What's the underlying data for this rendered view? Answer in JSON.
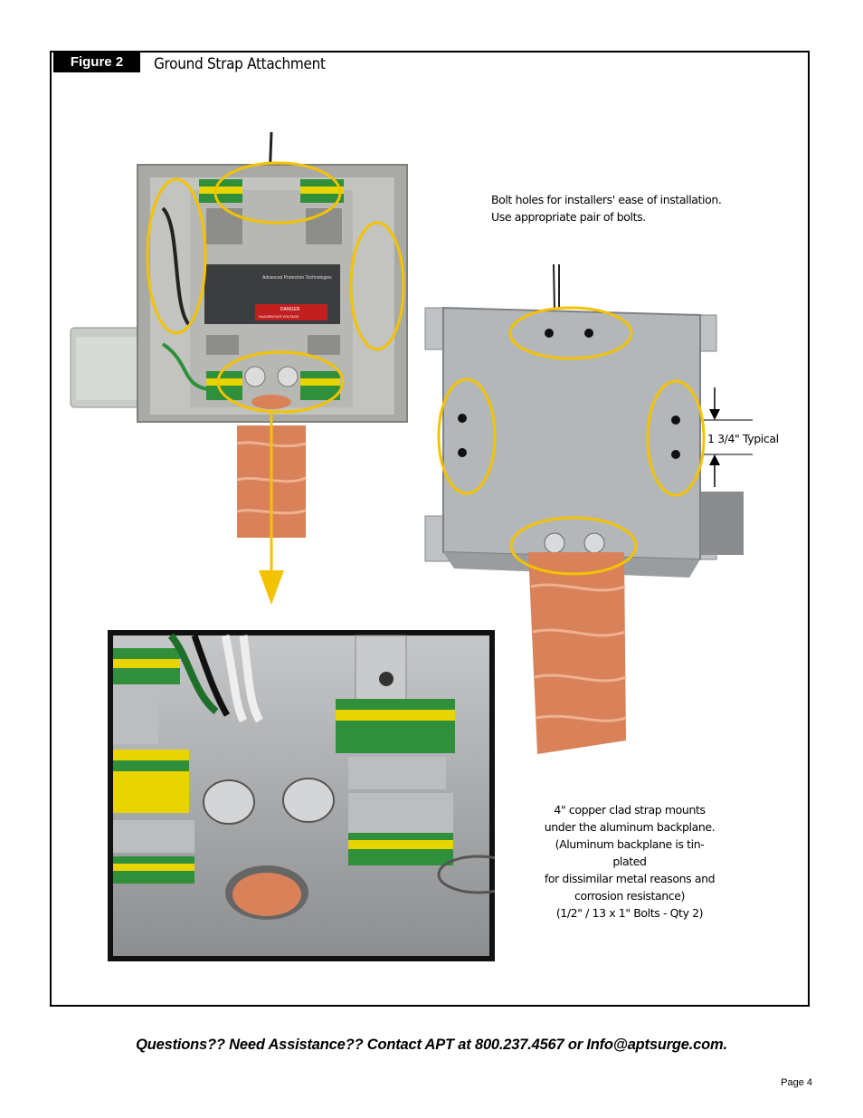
{
  "figure": {
    "badge": "Figure 2",
    "title": "Ground Strap Attachment"
  },
  "notes": {
    "bolt_holes": "Bolt holes for installers' ease of installation. Use appropriate pair of bolts.",
    "dimension": "1 3/4\" Typical",
    "strap_lines": [
      "4\" copper clad strap mounts",
      "under the aluminum backplane.",
      "(Aluminum backplane is tin-plated",
      "for dissimilar metal reasons and",
      "corrosion resistance)",
      "(1/2\" / 13 x 1\" Bolts - Qty 2)"
    ]
  },
  "device_labels": {
    "brand": "Advanced Protection Technologies",
    "danger": "DANGER",
    "hazard": "HAZARDOUS VOLTAGE"
  },
  "footer": {
    "question": "Questions??  Need Assistance??  Contact APT at 800.237.4567 or Info@aptsurge.com.",
    "page": "Page 4"
  },
  "colors": {
    "highlight": "#f3c300",
    "copper": "#d9825a",
    "terminal_green": "#2f8f3a",
    "terminal_yellow": "#e8d400",
    "enclosure_grey": "#a9aaa6"
  }
}
